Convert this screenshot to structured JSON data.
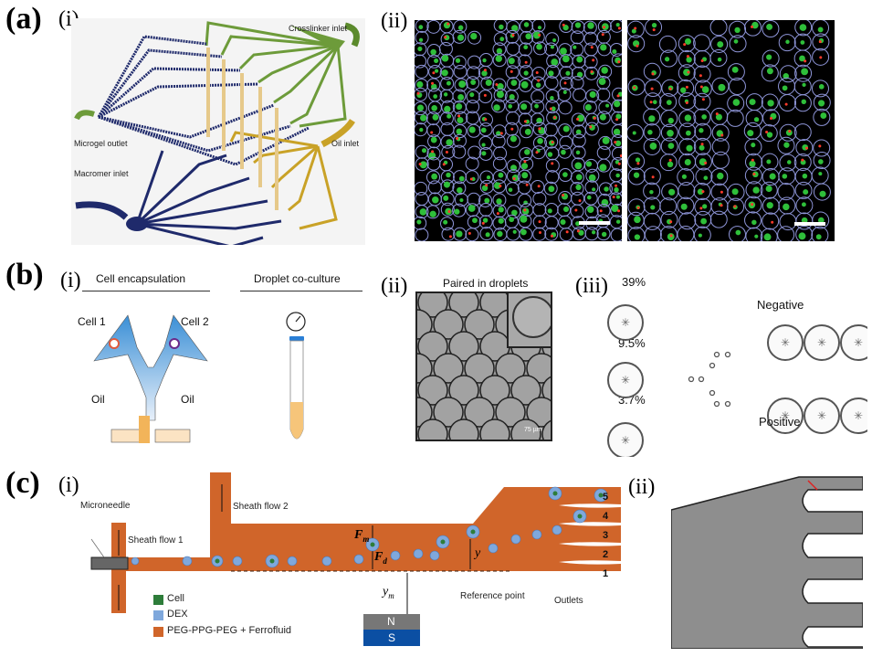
{
  "panels": {
    "a": {
      "letter": "(a)",
      "i": {
        "sub": "(i)",
        "labels": {
          "crosslinker": "Crosslinker inlet",
          "microgel": "Microgel outlet",
          "oil": "Oil inlet",
          "macromer": "Macromer inlet"
        }
      },
      "ii": {
        "sub": "(ii)"
      }
    },
    "b": {
      "letter": "(b)",
      "i": {
        "sub": "(i)",
        "heading1": "Cell encapsulation",
        "heading2": "Droplet co-culture",
        "cell1": "Cell 1",
        "cell2": "Cell 2",
        "oil_left": "Oil",
        "oil_right": "Oil"
      },
      "ii": {
        "sub": "(ii)",
        "title": "Paired in droplets",
        "scale": "75 µm"
      },
      "iii": {
        "sub": "(iii)",
        "percents": [
          "39%",
          "9.5%",
          "3.7%"
        ],
        "negative": "Negative",
        "positive": "Positive"
      }
    },
    "c": {
      "letter": "(c)",
      "i": {
        "sub": "(i)",
        "microneedle": "Microneedle",
        "sheath1": "Sheath flow 1",
        "sheath2": "Sheath flow 2",
        "fm": "F",
        "fm_sub": "m",
        "fd": "F",
        "fd_sub": "d",
        "y": "y",
        "ym": "y",
        "ym_sub": "m",
        "reference": "Reference point",
        "outlets": "Outlets",
        "outlet_numbers": [
          "5",
          "4",
          "3",
          "2",
          "1"
        ],
        "magnet_n": "N",
        "magnet_s": "S",
        "legend": [
          {
            "label": "Cell",
            "color": "#2e7d3a"
          },
          {
            "label": "DEX",
            "color": "#7fa8dc"
          },
          {
            "label": "PEG-PPG-PEG + Ferrofluid",
            "color": "#d2691e"
          }
        ]
      },
      "ii": {
        "sub": "(ii)"
      }
    }
  },
  "colors": {
    "channel_orange": "#d0652a",
    "crosslinker_green": "#6d9b3a",
    "macromer_navy": "#1f2a6b",
    "oil_gold": "#c9a227",
    "magnet_n": "#777777",
    "magnet_s": "#0b4fa3"
  }
}
